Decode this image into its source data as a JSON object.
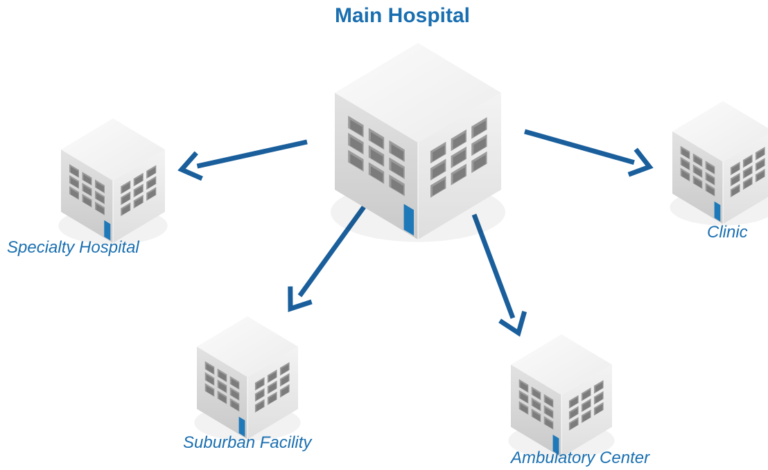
{
  "diagram": {
    "main": {
      "label": "Main Hospital"
    },
    "facilities": [
      {
        "id": "specialty",
        "label": "Specialty Hospital"
      },
      {
        "id": "suburban",
        "label": "Suburban Facility"
      },
      {
        "id": "ambulatory",
        "label": "Ambulatory Center"
      },
      {
        "id": "clinic",
        "label": "Clinic"
      }
    ]
  },
  "colors": {
    "accent": "#1a6fb0",
    "arrow": "#1a5f9c",
    "building_left": "#d6d6d6",
    "building_right": "#ebebeb",
    "building_top": "#f4f4f4",
    "window_frame": "#9a9a9a",
    "window_glass": "#7c7c7c",
    "door": "#1f78b8"
  }
}
